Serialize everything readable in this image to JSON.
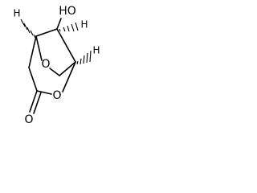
{
  "molecule": {
    "atoms": {
      "hydroxyl": "HO",
      "ring_oxygen_bridge": "O",
      "ring_oxygen_ester": "O",
      "carbonyl_oxygen": "O",
      "hydrogen_left": "H",
      "hydrogen_right": "H",
      "hydrogen_top": "H"
    },
    "colors": {
      "bond": "#000000",
      "text": "#000000",
      "background": "#ffffff"
    }
  }
}
